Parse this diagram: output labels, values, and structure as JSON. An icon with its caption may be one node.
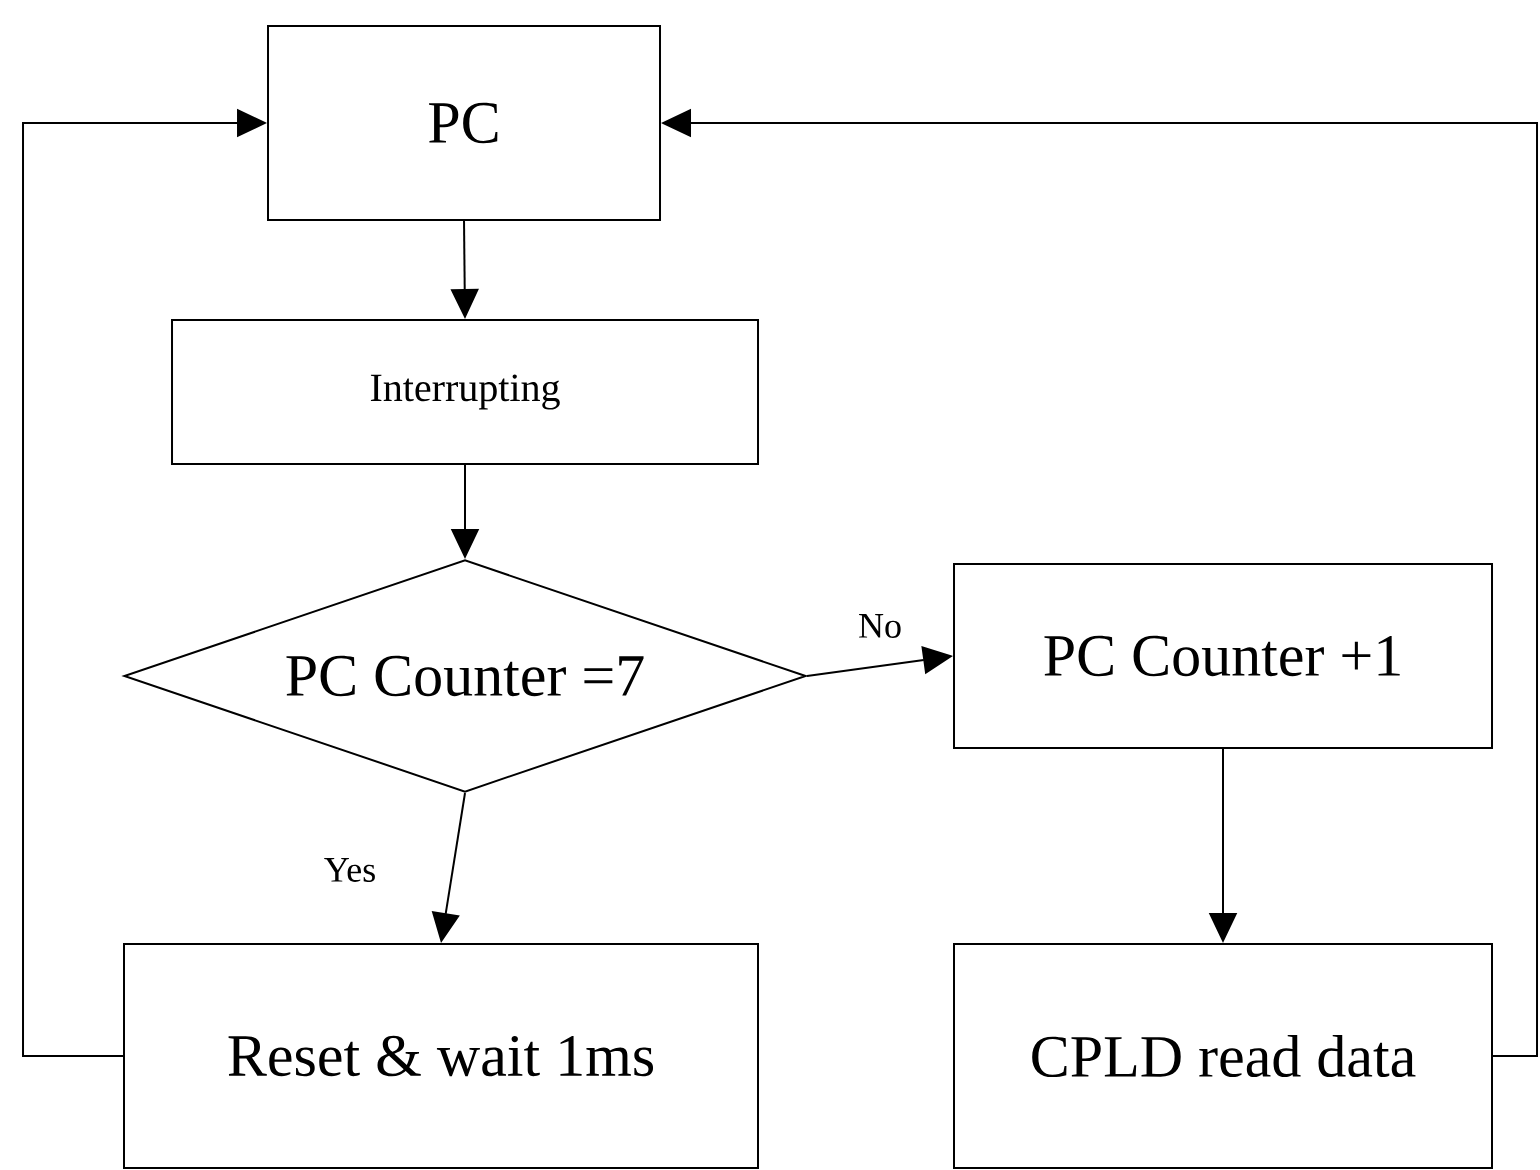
{
  "diagram": {
    "nodes": [
      {
        "text": [
          "PC"
        ]
      },
      {
        "text": [
          "Interrupting"
        ]
      },
      {
        "text": [
          "PC Counter =7"
        ]
      },
      {
        "text": [
          "PC Counter +1"
        ]
      },
      {
        "text": [
          "Reset & wait 1ms"
        ]
      },
      {
        "text": [
          "CPLD read data"
        ]
      }
    ],
    "edges": [
      {
        "from": 0,
        "to": 1,
        "arrow": "to"
      },
      {
        "from": 1,
        "to": 2,
        "arrow": "to"
      },
      {
        "from": 2,
        "to": 3,
        "arrow": "to",
        "label": "No"
      },
      {
        "from": 2,
        "to": 4,
        "arrow": "to",
        "label": "Yes"
      },
      {
        "from": 3,
        "to": 5,
        "arrow": "to"
      },
      {
        "from": 4,
        "to": 0,
        "arrow": "to"
      },
      {
        "from": 5,
        "to": 0,
        "arrow": "to"
      }
    ]
  }
}
